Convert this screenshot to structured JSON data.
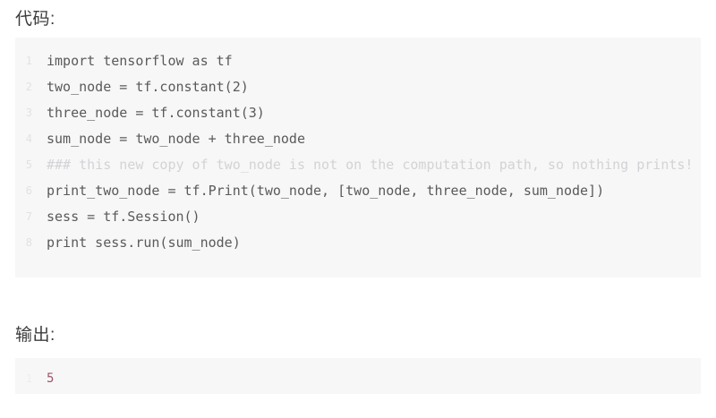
{
  "sections": {
    "code": {
      "heading": "代码:",
      "lines": [
        {
          "num": "1",
          "text": "import tensorflow as tf",
          "style": "plain"
        },
        {
          "num": "2",
          "text": "two_node = tf.constant(2)",
          "style": "plain"
        },
        {
          "num": "3",
          "text": "three_node = tf.constant(3)",
          "style": "plain"
        },
        {
          "num": "4",
          "text": "sum_node = two_node + three_node",
          "style": "plain"
        },
        {
          "num": "5",
          "text": "### this new copy of two_node is not on the computation path, so nothing prints!",
          "style": "comment"
        },
        {
          "num": "6",
          "text": "print_two_node = tf.Print(two_node, [two_node, three_node, sum_node])",
          "style": "plain"
        },
        {
          "num": "7",
          "text": "sess = tf.Session()",
          "style": "plain"
        },
        {
          "num": "8",
          "text": "print sess.run(sum_node)",
          "style": "plain"
        }
      ]
    },
    "output": {
      "heading": "输出:",
      "lines": [
        {
          "num": "1",
          "text": "5",
          "style": "value-number"
        }
      ]
    }
  },
  "colors": {
    "page_background": "#ffffff",
    "code_background": "#f7f7f8",
    "code_text": "#5a5a5a",
    "comment_text": "#d3d3d6",
    "gutter_text": "#e2e2e5",
    "heading_text": "#3c3c3c",
    "output_value": "#9c5668"
  }
}
